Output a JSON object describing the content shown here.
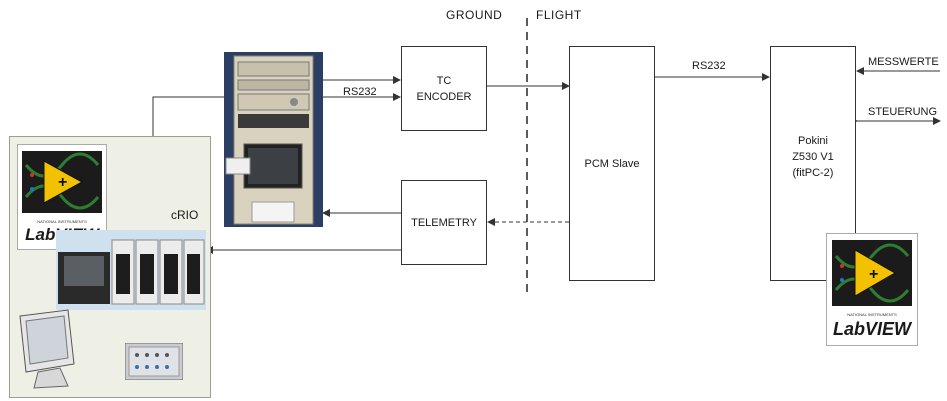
{
  "zones": {
    "ground": "GROUND",
    "flight": "FLIGHT"
  },
  "boxes": {
    "tc_encoder": [
      "TC",
      "ENCODER"
    ],
    "telemetry": "TELEMETRY",
    "pcm_slave": "PCM Slave",
    "pokini": [
      "Pokini",
      "Z530 V1",
      "(fitPC-2)"
    ]
  },
  "links": {
    "rs232_ground": "RS232",
    "rs232_flight": "RS232",
    "messwerte": "MESSWERTE",
    "steuerung": "STEUERUNG"
  },
  "crio": {
    "label": "cRIO",
    "labview": {
      "brand": "LabVIEW",
      "sub": "NATIONAL INSTRUMENTS"
    }
  },
  "flight_labview": {
    "brand": "LabVIEW",
    "sub": "NATIONAL INSTRUMENTS"
  },
  "colors": {
    "panel_bg": "#eef0e6",
    "panel_border": "#9aa08a",
    "line": "#333333",
    "labview_yellow": "#f2c200",
    "labview_green": "#2e7d32",
    "rack_beige": "#d9d2bf"
  },
  "icons": [
    "labview-logo-icon",
    "rack-equipment-icon",
    "crio-hardware-icon",
    "monitor-icon",
    "panel-device-icon"
  ]
}
